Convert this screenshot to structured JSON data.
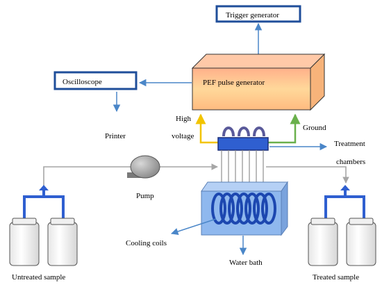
{
  "labels": {
    "trigger_generator": "Trigger generator",
    "pef_pulse_generator": "PEF pulse generator",
    "oscilloscope": "Oscilloscope",
    "printer": "Printer",
    "high": "High",
    "voltage": "voltage",
    "ground": "Ground",
    "treatment": "Treatment",
    "chambers": "chambers",
    "pump": "Pump",
    "cooling_coils": "Cooling coils",
    "water_bath": "Water bath",
    "untreated_sample": "Untreated sample",
    "treated_sample": "Treated sample"
  },
  "colors": {
    "arrow_blue": "#4a86c8",
    "box_border": "#1f4e9a",
    "pipe_blue": "#2f5fd0",
    "high_voltage_line": "#f2c400",
    "ground_line": "#6ab04c",
    "tubing_gray": "#a6a6a6",
    "water_bath": "#8fb8ee",
    "coil": "#1c47b0"
  }
}
